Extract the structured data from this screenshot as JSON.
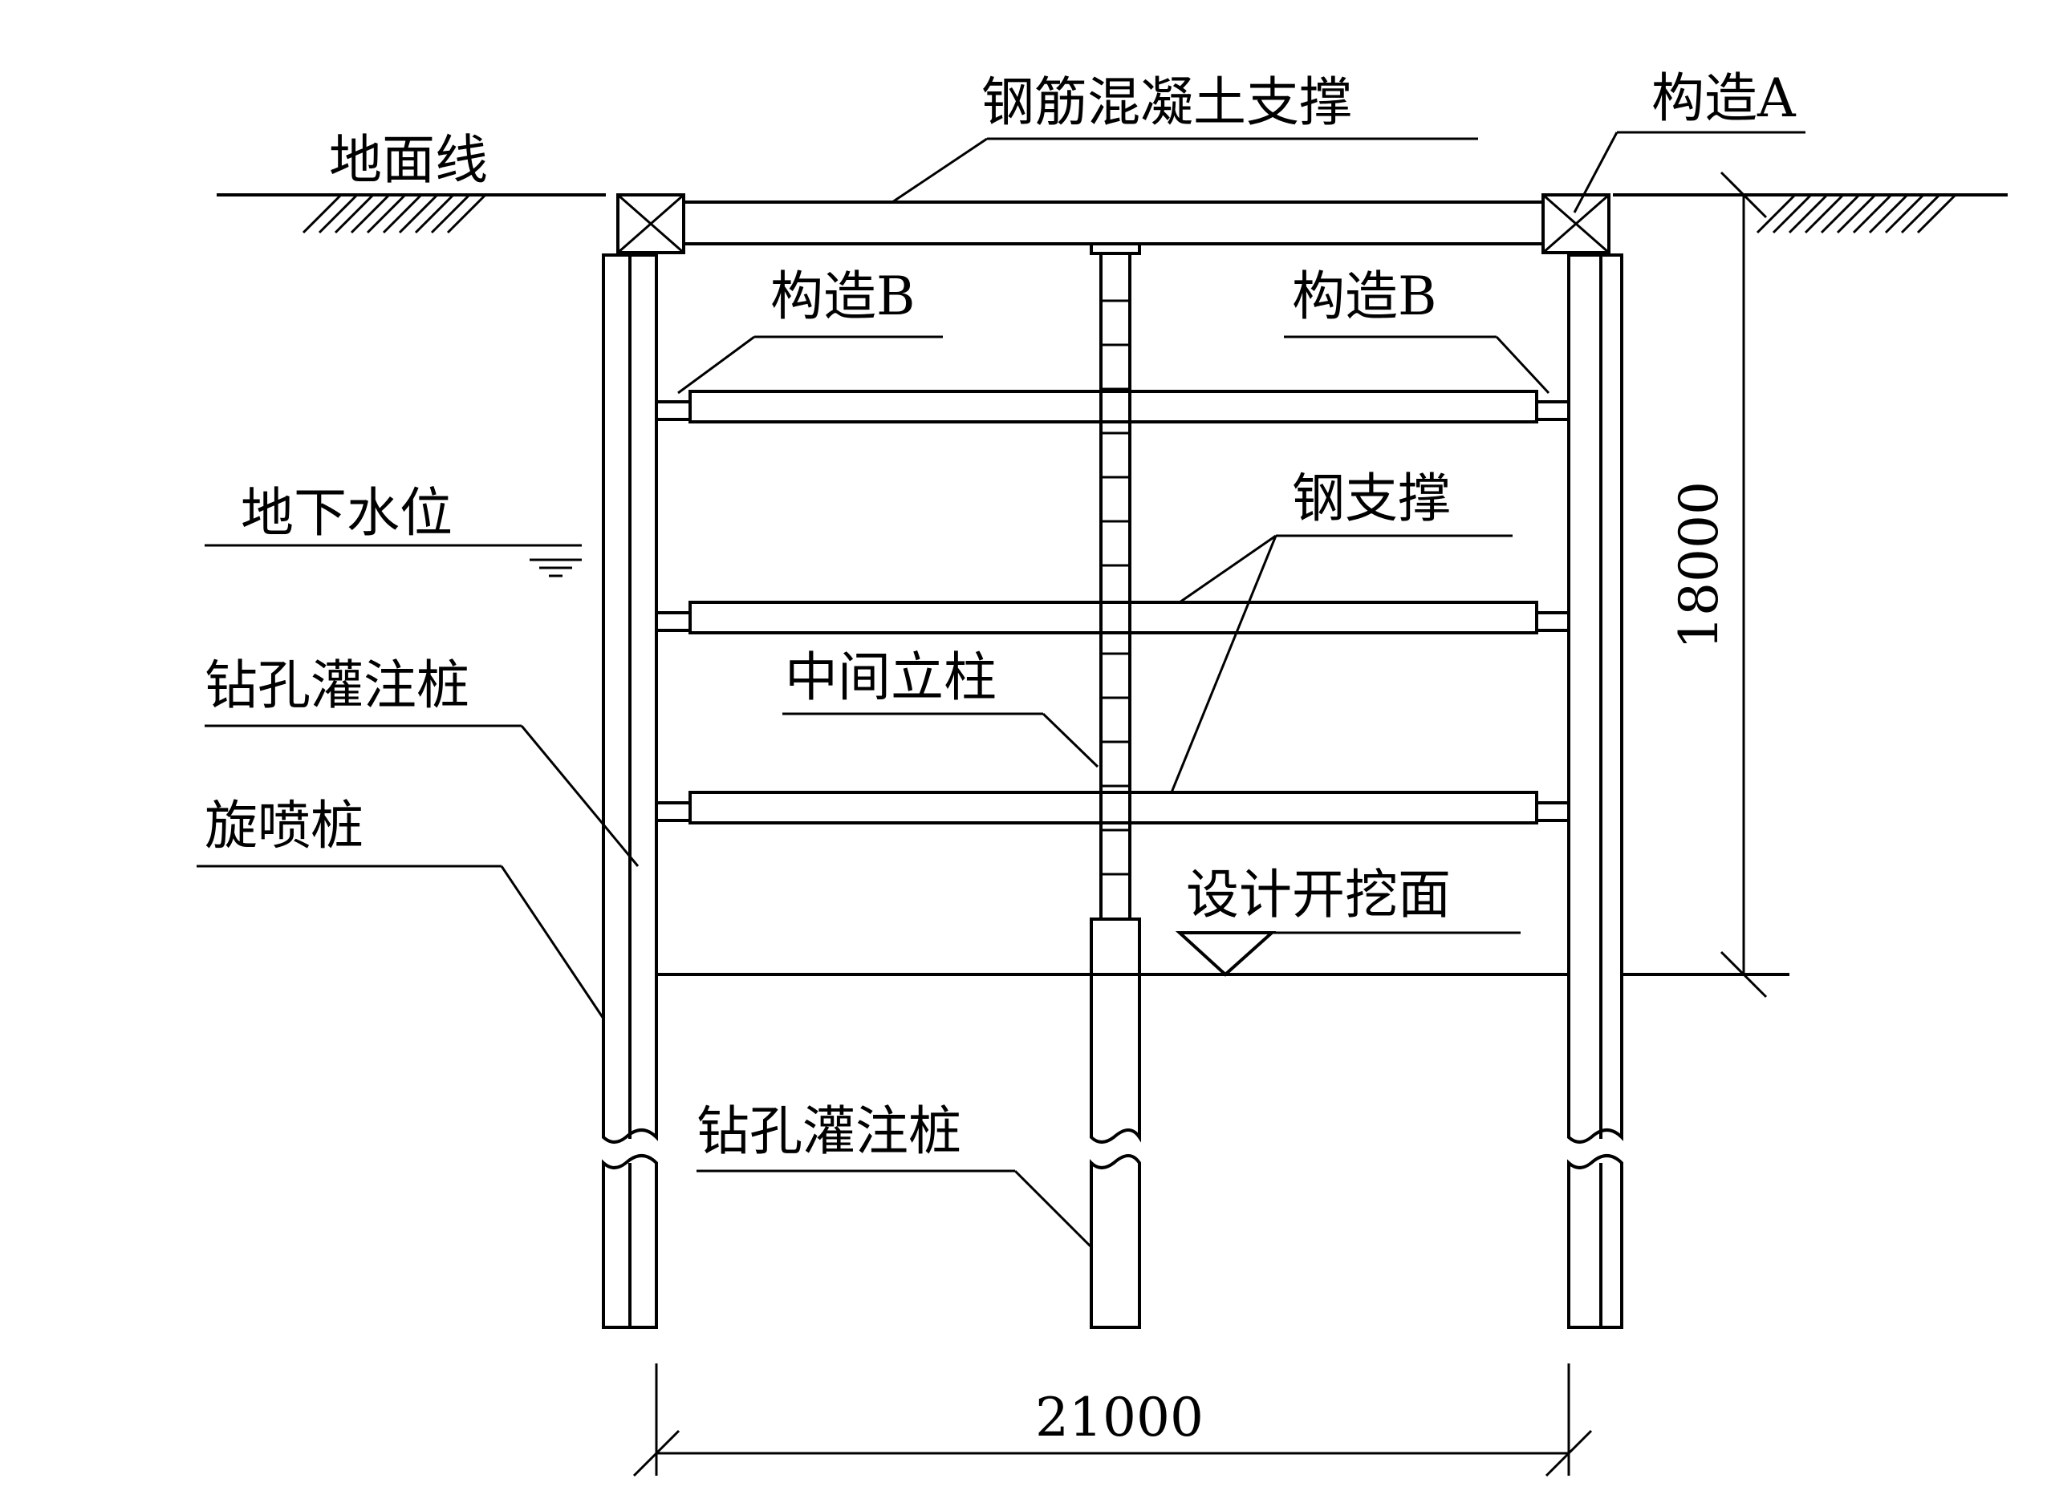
{
  "labels": {
    "ground_line": "地面线",
    "rc_strut": "钢筋混凝土支撑",
    "detail_a": "构造A",
    "detail_b_left": "构造B",
    "detail_b_right": "构造B",
    "groundwater_level": "地下水位",
    "steel_strut": "钢支撑",
    "bored_pile_left": "钻孔灌注桩",
    "middle_column": "中间立柱",
    "jet_grout_pile": "旋喷桩",
    "design_excavation_surface": "设计开挖面",
    "bored_pile_center": "钻孔灌注桩"
  },
  "dimensions": {
    "depth": "18000",
    "width": "21000"
  }
}
